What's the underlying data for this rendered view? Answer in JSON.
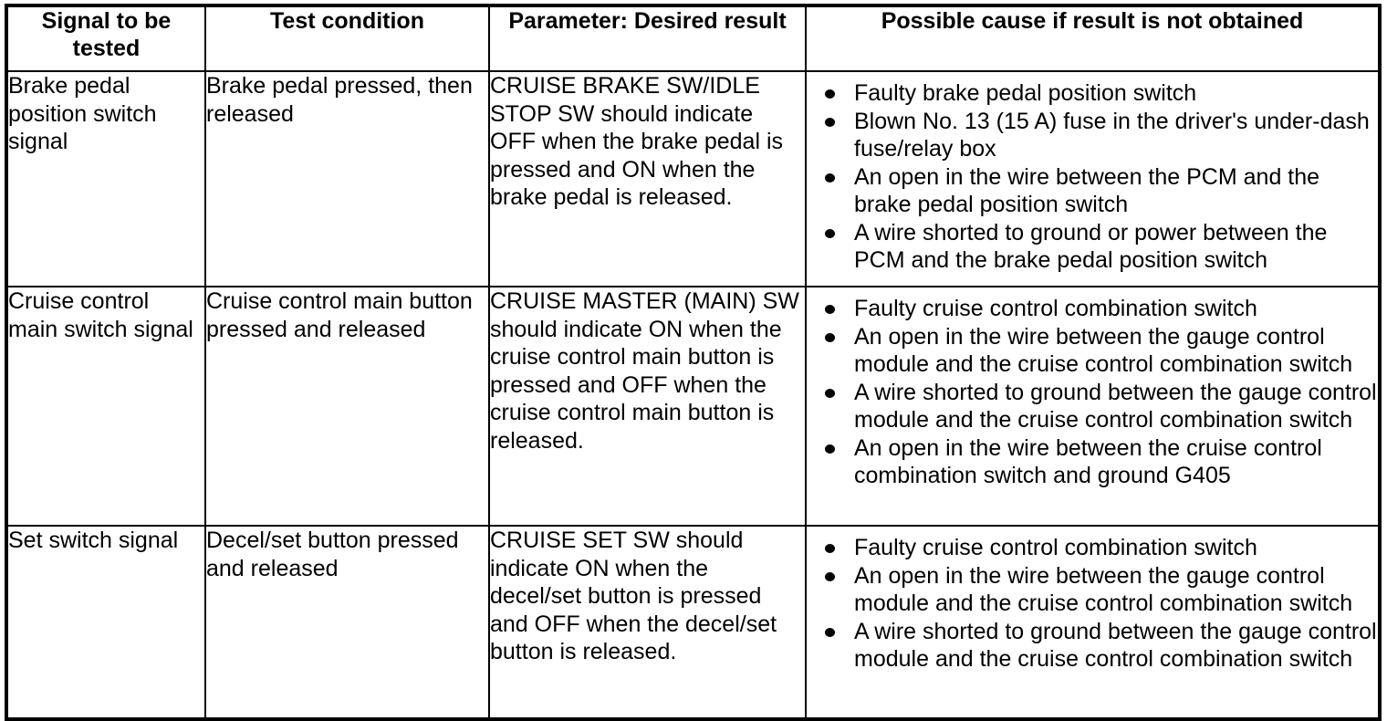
{
  "table": {
    "headers": [
      "Signal to be tested",
      "Test condition",
      "Parameter: Desired result",
      "Possible cause if result is not obtained"
    ],
    "rows": [
      {
        "signal": "Brake pedal position switch signal",
        "test_condition": "Brake pedal pressed, then released",
        "parameter": "CRUISE BRAKE SW/IDLE STOP SW should indicate OFF when the brake pedal is pressed and ON when the brake pedal is released.",
        "causes": [
          "Faulty brake pedal position switch",
          "Blown No. 13 (15 A) fuse in the driver's under-dash   fuse/relay box",
          "An open in the wire between the PCM and the brake pedal position switch",
          "A wire shorted to ground or power between the PCM and the brake pedal position switch"
        ]
      },
      {
        "signal": "Cruise control main switch signal",
        "test_condition": "Cruise control main button pressed and released",
        "parameter": "CRUISE MASTER (MAIN) SW should indicate ON when the cruise control main button is pressed and OFF when the cruise control main button is released.",
        "causes": [
          "Faulty cruise control combination switch",
          "An open in the wire between the gauge control module and the cruise control combination switch",
          "A wire shorted to ground between the gauge control module and the cruise control combination switch",
          "An open in the wire between the cruise control combination switch and ground G405"
        ]
      },
      {
        "signal": "Set switch signal",
        "test_condition": "Decel/set button pressed and released",
        "parameter": "CRUISE SET SW should indicate ON when the decel/set button is pressed and OFF when the decel/set button is released.",
        "causes": [
          "Faulty cruise control combination switch",
          "An open in the wire between the gauge control module and the cruise control combination switch",
          "A wire shorted to ground between the gauge control module and the cruise control combination switch"
        ]
      }
    ]
  },
  "colors": {
    "ink": "#000000",
    "paper": "#ffffff"
  }
}
